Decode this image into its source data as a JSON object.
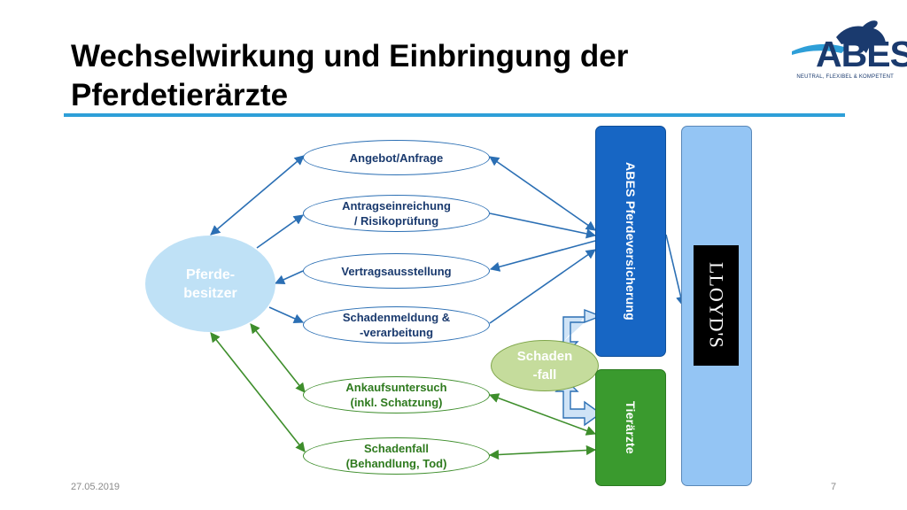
{
  "title": "Wechselwirkung und Einbringung der Pferdetierärzte",
  "logo": {
    "name": "ABES",
    "slogan": "NEUTRAL, FLEXIBEL & KOMPETENT",
    "icon": "horse-head-icon"
  },
  "owner": {
    "line1": "Pferde-",
    "line2": "besitzer"
  },
  "blue_nodes": [
    {
      "line1": "Angebot/Anfrage",
      "line2": ""
    },
    {
      "line1": "Antragseinreichung",
      "line2": "/ Risikoprüfung"
    },
    {
      "line1": "Vertragsausstellung",
      "line2": ""
    },
    {
      "line1": "Schadenmeldung &",
      "line2": "-verarbeitung"
    }
  ],
  "green_nodes": [
    {
      "line1": "Ankaufsuntersuch",
      "line2": "(inkl. Schatzung)"
    },
    {
      "line1": "Schadenfall",
      "line2": "(Behandlung, Tod)"
    }
  ],
  "schaden": {
    "line1": "Schaden",
    "line2": "-fall"
  },
  "abes_box": "ABES Pferdeversicherung",
  "tier_box": "Tierärzte",
  "lloyds": "LLOYD'S",
  "footer": {
    "date": "27.05.2019",
    "page": "7"
  },
  "colors": {
    "blue_arrow": "#2b6fb4",
    "green_arrow": "#3e8e2c",
    "abes_box": "#1766c4",
    "tier_box": "#3a9a2e",
    "lloyds_box": "#94c5f4",
    "accent_rule": "#2e9fd8"
  }
}
